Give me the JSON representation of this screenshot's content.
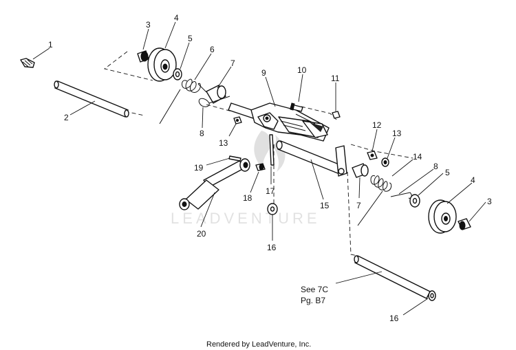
{
  "callouts": [
    {
      "id": "c1",
      "label": "1"
    },
    {
      "id": "c2",
      "label": "2"
    },
    {
      "id": "c3a",
      "label": "3"
    },
    {
      "id": "c4a",
      "label": "4"
    },
    {
      "id": "c5a",
      "label": "5"
    },
    {
      "id": "c6",
      "label": "6"
    },
    {
      "id": "c7a",
      "label": "7"
    },
    {
      "id": "c8a",
      "label": "8"
    },
    {
      "id": "c9",
      "label": "9"
    },
    {
      "id": "c10",
      "label": "10"
    },
    {
      "id": "c11",
      "label": "11"
    },
    {
      "id": "c12",
      "label": "12"
    },
    {
      "id": "c13a",
      "label": "13"
    },
    {
      "id": "c13b",
      "label": "13"
    },
    {
      "id": "c14",
      "label": "14"
    },
    {
      "id": "c8b",
      "label": "8"
    },
    {
      "id": "c5b",
      "label": "5"
    },
    {
      "id": "c4b",
      "label": "4"
    },
    {
      "id": "c3b",
      "label": "3"
    },
    {
      "id": "c7b",
      "label": "7"
    },
    {
      "id": "c15",
      "label": "15"
    },
    {
      "id": "c16a",
      "label": "16"
    },
    {
      "id": "c16b",
      "label": "16"
    },
    {
      "id": "c17",
      "label": "17"
    },
    {
      "id": "c18",
      "label": "18"
    },
    {
      "id": "c19",
      "label": "19"
    },
    {
      "id": "c20",
      "label": "20"
    }
  ],
  "reference_note": {
    "line1": "See 7C",
    "line2": "Pg. B7"
  },
  "watermark": "LEADVENTURE",
  "footer": "Rendered by LeadVenture, Inc."
}
